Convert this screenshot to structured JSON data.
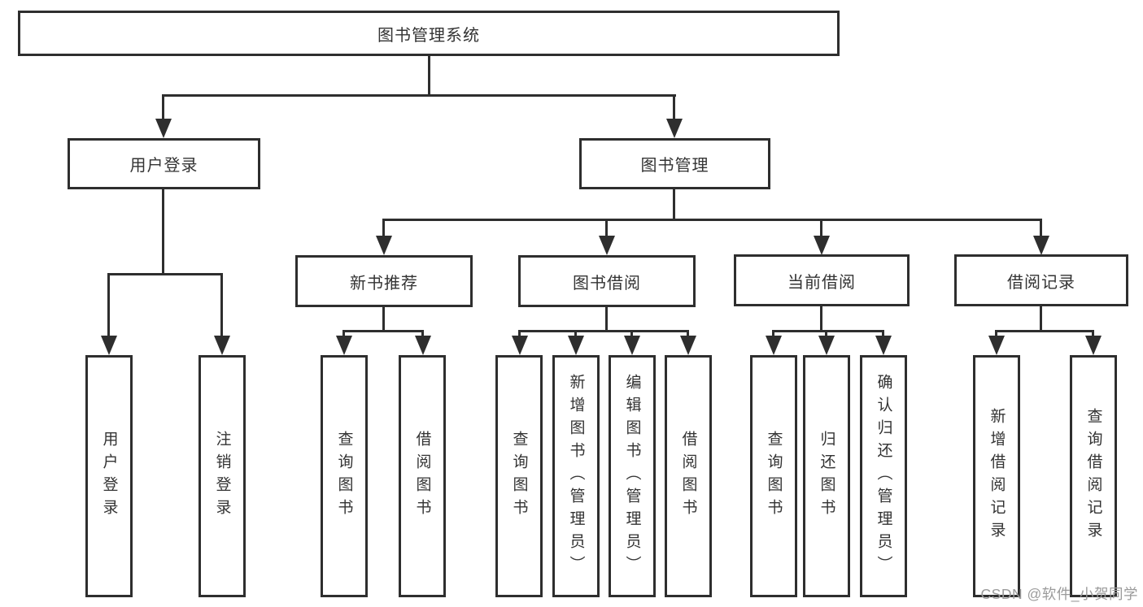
{
  "diagram": {
    "root": {
      "label": "图书管理系统"
    },
    "level2": [
      {
        "label": "用户登录"
      },
      {
        "label": "图书管理"
      }
    ],
    "level3": [
      {
        "label": "新书推荐"
      },
      {
        "label": "图书借阅"
      },
      {
        "label": "当前借阅"
      },
      {
        "label": "借阅记录"
      }
    ],
    "leaves": {
      "user_login": [
        "用户登录",
        "注销登录"
      ],
      "new_book": [
        "查询图书",
        "借阅图书"
      ],
      "borrow": [
        "查询图书",
        "新增图书（管理员）",
        "编辑图书（管理员）",
        "借阅图书"
      ],
      "current": [
        "查询图书",
        "归还图书",
        "确认归还（管理员）"
      ],
      "records": [
        "新增借阅记录",
        "查询借阅记录"
      ]
    }
  },
  "watermark": "CSDN @软件_小贺同学",
  "colors": {
    "line": "#2e2e2e",
    "text": "#333333",
    "watermark": "#9b9b9b"
  }
}
